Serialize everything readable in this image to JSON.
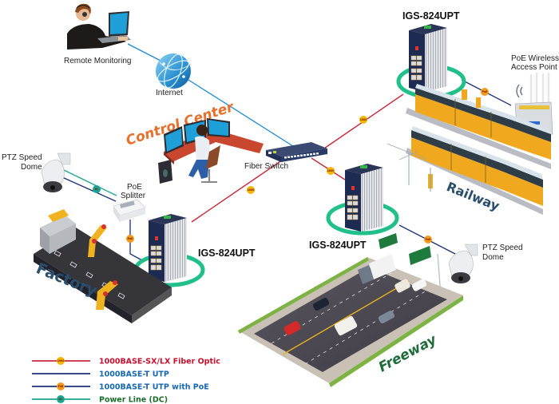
{
  "diagram": {
    "nodes": {
      "remote_monitoring": "Remote Monitoring",
      "internet": "Internet",
      "control_center": "Control Center",
      "fiber_switch": "Fiber Switch",
      "switch_top": "IGS-824UPT",
      "switch_left": "IGS-824UPT",
      "switch_mid": "IGS-824UPT",
      "poe_ap_line1": "PoE Wireless",
      "poe_ap_line2": "Access Point",
      "ptz_left_line1": "PTZ Speed",
      "ptz_left_line2": "Dome",
      "ptz_right_line1": "PTZ Speed",
      "ptz_right_line2": "Dome",
      "poe_splitter_line1": "PoE",
      "poe_splitter_line2": "Splitter"
    },
    "zones": {
      "factory": "Factory",
      "railway": "Railway",
      "freeway": "Freeway",
      "control_center": "Control Center"
    },
    "badges": {
      "fiber": "1000",
      "poe": "PoE",
      "dc": "DC"
    },
    "colors": {
      "fiber": "#c8283c",
      "utp": "#1e2f7a",
      "internet_link": "#1a8ad4",
      "dc": "#1aa592",
      "badge_fill": "#f7b500",
      "ring": "#21c08b",
      "zone_text": "#2a4e6c",
      "freeway_text": "#1f6b3a",
      "control_center_text": "#e86f2c"
    }
  },
  "legend": [
    {
      "label": "1000BASE-SX/LX Fiber Optic",
      "line_color": "#c8283c",
      "text_color": "#c8102e",
      "badge": "1000"
    },
    {
      "label": "1000BASE-T UTP",
      "line_color": "#1e2f7a",
      "text_color": "#1767b0",
      "badge": ""
    },
    {
      "label": "1000BASE-T UTP with PoE",
      "line_color": "#1e2f7a",
      "text_color": "#1767b0",
      "badge": "PoE"
    },
    {
      "label": "Power Line (DC)",
      "line_color": "#1aa592",
      "text_color": "#1b6e2e",
      "badge": "DC"
    }
  ]
}
